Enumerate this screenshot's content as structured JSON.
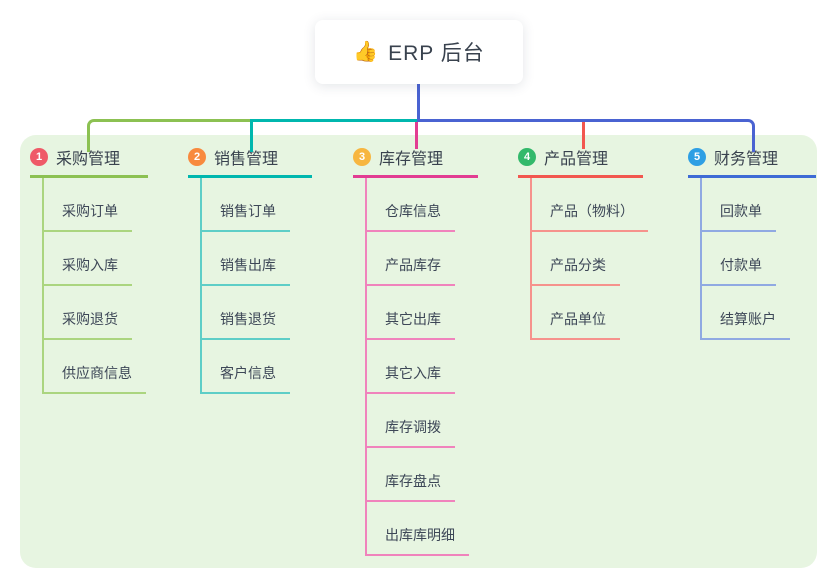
{
  "root": {
    "icon": "👍",
    "label": "ERP 后台"
  },
  "trunk_color": "#4a63d2",
  "panel_bg": "#e7f5e1",
  "text_color": "#39424e",
  "branches": [
    {
      "number": "1",
      "label": "采购管理",
      "circle_color": "#ef5a68",
      "line_color": "#8cc152",
      "child_line_color": "#abd57f",
      "children": [
        "采购订单",
        "采购入库",
        "采购退货",
        "供应商信息"
      ]
    },
    {
      "number": "2",
      "label": "销售管理",
      "circle_color": "#f88a3e",
      "line_color": "#00b7ae",
      "child_line_color": "#5ecec7",
      "children": [
        "销售订单",
        "销售出库",
        "销售退货",
        "客户信息"
      ]
    },
    {
      "number": "3",
      "label": "库存管理",
      "circle_color": "#f7b640",
      "line_color": "#e23d92",
      "child_line_color": "#f083bc",
      "children": [
        "仓库信息",
        "产品库存",
        "其它出库",
        "其它入库",
        "库存调拨",
        "库存盘点",
        "出库库明细"
      ]
    },
    {
      "number": "4",
      "label": "产品管理",
      "circle_color": "#33b96b",
      "line_color": "#f2574f",
      "child_line_color": "#f6928c",
      "children": [
        "产品（物料）",
        "产品分类",
        "产品单位"
      ]
    },
    {
      "number": "5",
      "label": "财务管理",
      "circle_color": "#2e9fe4",
      "line_color": "#3e6bd5",
      "child_line_color": "#90a9e2",
      "children": [
        "回款单",
        "付款单",
        "结算账户"
      ]
    }
  ]
}
